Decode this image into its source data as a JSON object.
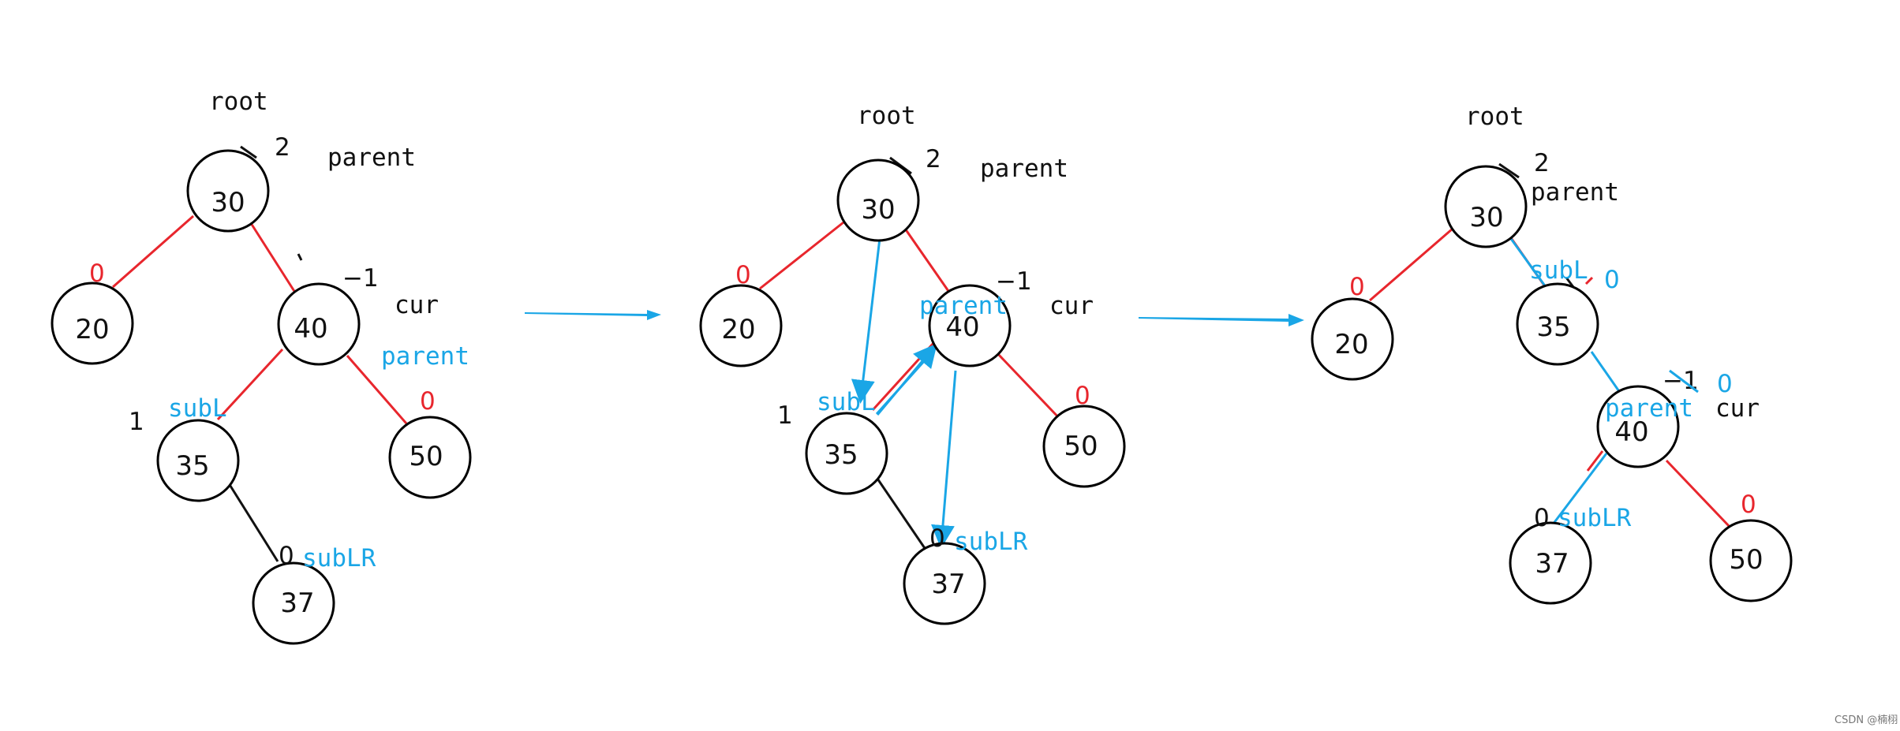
{
  "panels": [
    {
      "nodes": [
        {
          "id": "30",
          "label": "30"
        },
        {
          "id": "20",
          "label": "20"
        },
        {
          "id": "40",
          "label": "40"
        },
        {
          "id": "35",
          "label": "35"
        },
        {
          "id": "50",
          "label": "50"
        },
        {
          "id": "37",
          "label": "37"
        }
      ],
      "labels": {
        "root": "root",
        "parent_black": "parent",
        "cur": "cur",
        "parent_blue": "parent",
        "subL": "subL",
        "subLR": "subLR"
      },
      "balance": {
        "b30": "2",
        "b20": "0",
        "b40": "−1",
        "b35": "1",
        "b50": "0",
        "b37": "0"
      }
    },
    {
      "nodes": [
        {
          "id": "30",
          "label": "30"
        },
        {
          "id": "20",
          "label": "20"
        },
        {
          "id": "40",
          "label": "40"
        },
        {
          "id": "35",
          "label": "35"
        },
        {
          "id": "50",
          "label": "50"
        },
        {
          "id": "37",
          "label": "37"
        }
      ],
      "labels": {
        "root": "root",
        "parent_black": "parent",
        "cur": "cur",
        "parent_blue": "parent",
        "subL": "subL",
        "subLR": "subLR"
      },
      "balance": {
        "b30": "2",
        "b20": "0",
        "b40": "−1",
        "b35": "1",
        "b50": "0",
        "b37": "0"
      }
    },
    {
      "nodes": [
        {
          "id": "30",
          "label": "30"
        },
        {
          "id": "20",
          "label": "20"
        },
        {
          "id": "35",
          "label": "35"
        },
        {
          "id": "40",
          "label": "40"
        },
        {
          "id": "37",
          "label": "37"
        },
        {
          "id": "50",
          "label": "50"
        }
      ],
      "labels": {
        "root": "root",
        "parent_black": "parent",
        "cur": "cur",
        "parent_blue": "parent",
        "subL": "subL",
        "subLR": "subLR"
      },
      "balance": {
        "b30": "2",
        "b20": "0",
        "b35": "0",
        "b40_old": "−1",
        "b40_new": "0",
        "b37": "0",
        "b50": "0"
      }
    }
  ],
  "watermark": "CSDN @楠栩",
  "colors": {
    "red": "#e8262d",
    "blue": "#1aa6e6",
    "black": "#111111"
  }
}
